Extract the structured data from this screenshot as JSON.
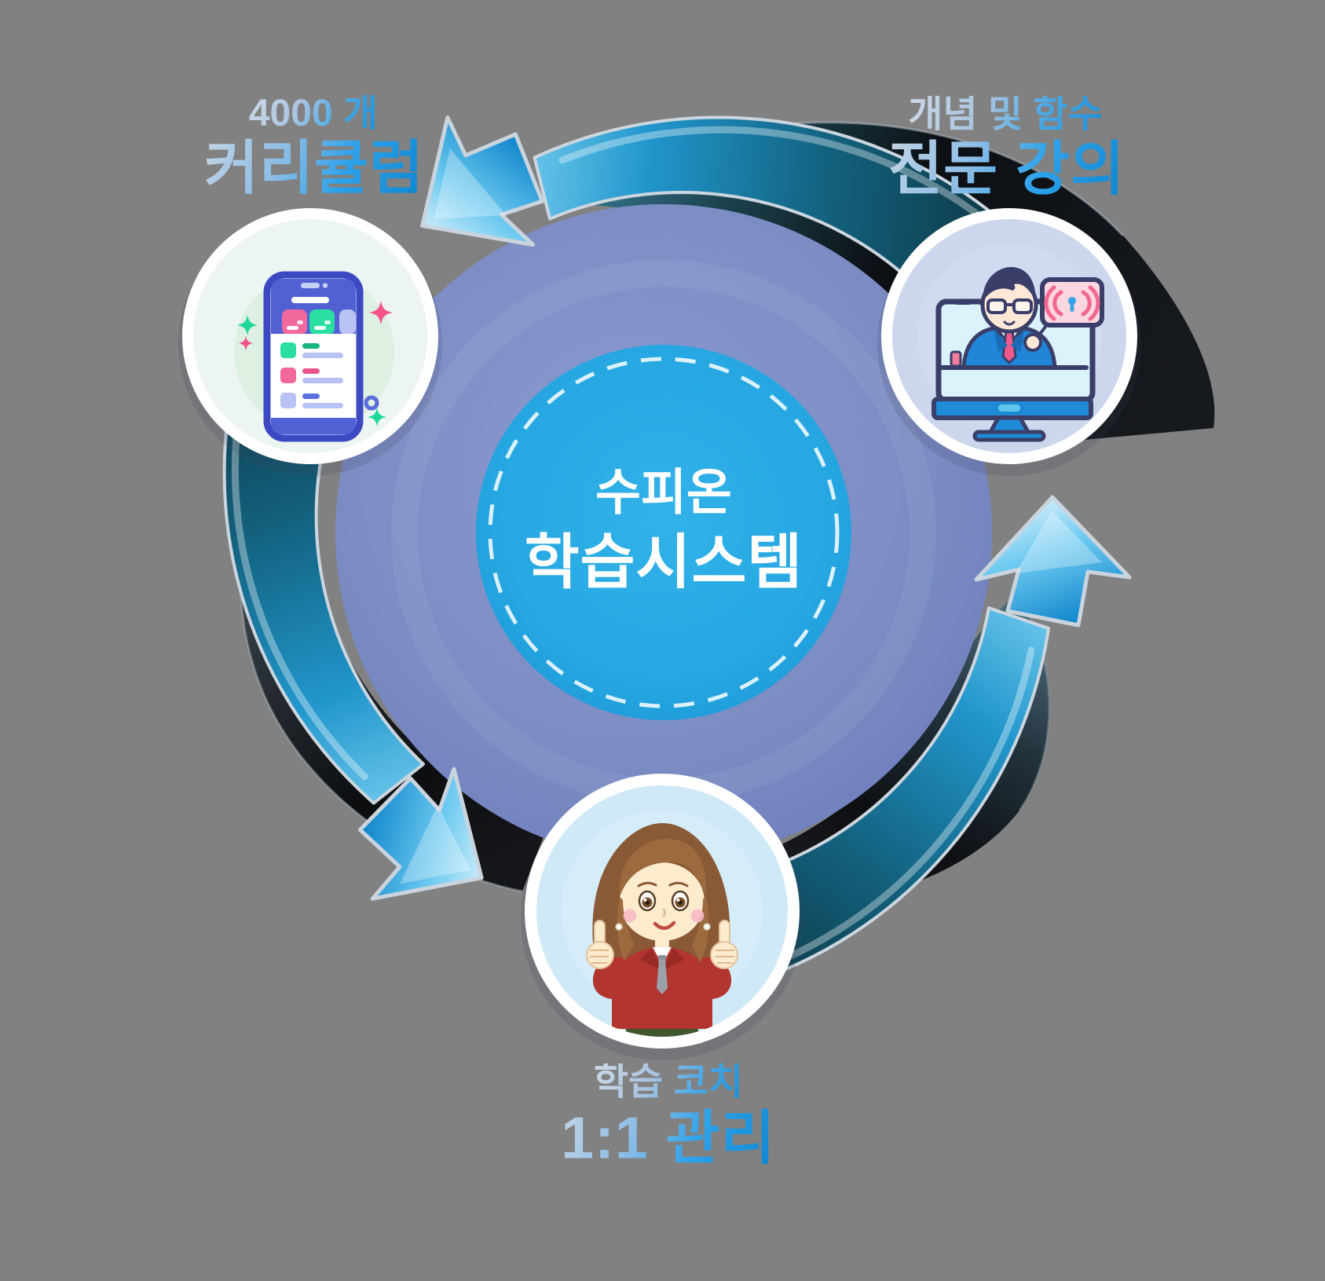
{
  "center": {
    "line1": "수피온",
    "line2": "학습시스템"
  },
  "nodes": {
    "curriculum": {
      "line1": "4000 개",
      "line2": "커리큘럼",
      "icon": "smartphone-app-illustration"
    },
    "lecture": {
      "line1": "개념 및 함수",
      "line2": "전문 강의",
      "icon": "teacher-on-monitor-illustration"
    },
    "coach": {
      "line1": "학습 코치",
      "line2": "1:1 관리",
      "icon": "thumbs-up-coach-illustration"
    }
  },
  "colors": {
    "background": "#818181",
    "center_circle": "#23a7e2",
    "center_dash_ring": "#eaf7fd",
    "disk": "#7e8ec6",
    "arrow_glossy_blue": "#3fb3e8",
    "arrow_silver_edge": "#ccd6df",
    "shadow_blade_black": "#0b0d10",
    "label_gradient_light": "#c3d5e6",
    "label_gradient_blue": "#1b8ed6",
    "node_curriculum_bg": "#edf5f2",
    "node_lecture_bg": "#ccd7ee",
    "node_coach_bg": "#cfe9f7"
  }
}
